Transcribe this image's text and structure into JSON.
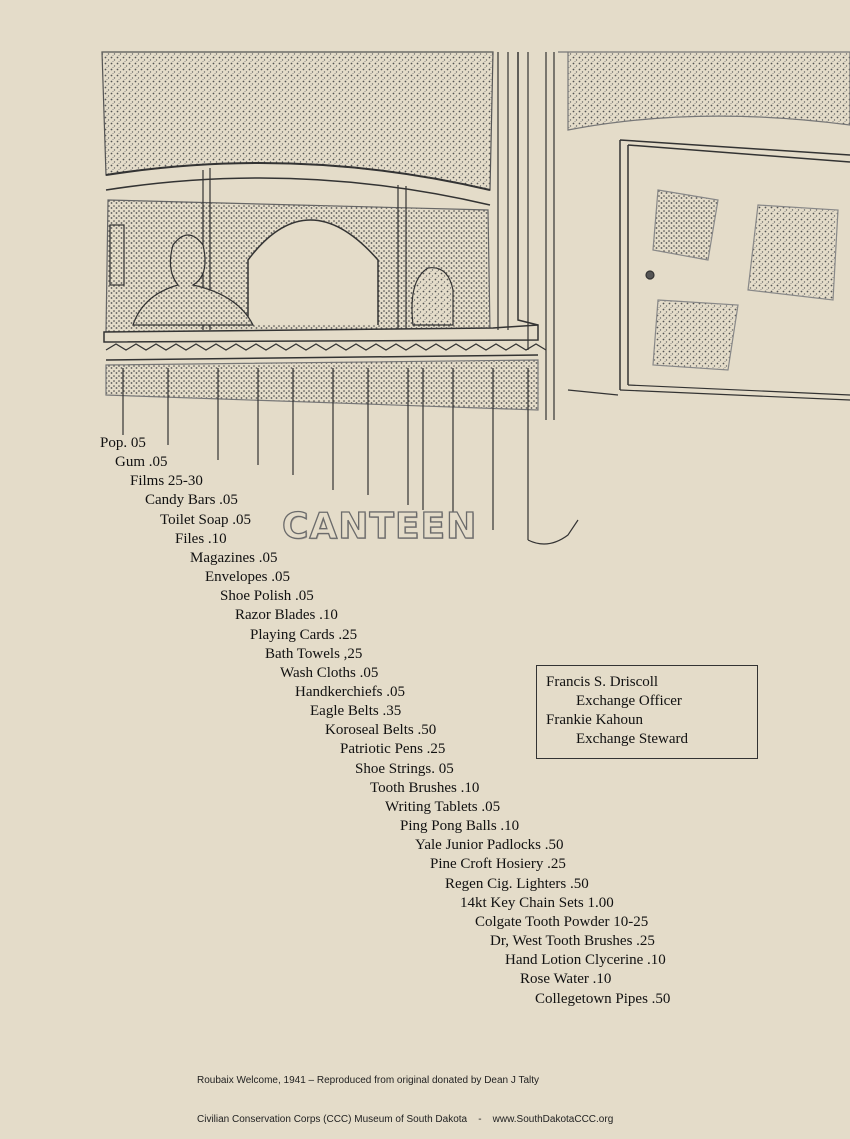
{
  "illustration": {
    "subject": "canteen-counter-sketch",
    "sign_text": "CANTEEN"
  },
  "price_list": [
    "Pop. 05",
    "Gum .05",
    "Films 25-30",
    "Candy Bars .05",
    "Toilet Soap .05",
    "Files .10",
    "Magazines .05",
    "Envelopes .05",
    "Shoe Polish .05",
    "Razor Blades .10",
    "Playing Cards .25",
    "Bath Towels ,25",
    "Wash Cloths .05",
    "Handkerchiefs .05",
    "Eagle Belts .35",
    "Koroseal Belts .50",
    "Patriotic Pens .25",
    "Shoe Strings. 05",
    "Tooth Brushes .10",
    "Writing Tablets .05",
    "Ping Pong Balls .10",
    "Yale Junior Padlocks .50",
    "Pine Croft Hosiery .25",
    "Regen Cig. Lighters .50",
    "14kt Key Chain Sets 1.00",
    "Colgate Tooth Powder 10-25",
    "Dr, West Tooth Brushes .25",
    "Hand Lotion Clycerine .10",
    "Rose Water .10",
    "Collegetown Pipes .50"
  ],
  "officers": {
    "officer_name": "Francis S. Driscoll",
    "officer_title": "Exchange Officer",
    "steward_name": "Frankie Kahoun",
    "steward_title": "Exchange Steward"
  },
  "footer": {
    "line1": "Roubaix Welcome, 1941 – Reproduced from original donated by Dean J Talty",
    "line2": "Civilian Conservation Corps (CCC) Museum of South Dakota    -    www.SouthDakotaCCC.org"
  }
}
